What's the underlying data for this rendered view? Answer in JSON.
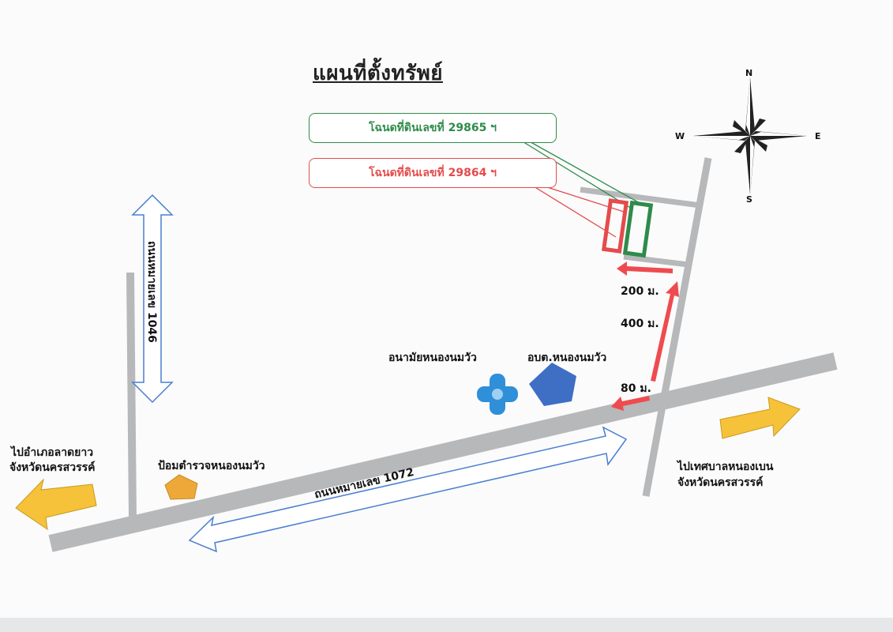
{
  "map": {
    "title": "แผนที่ตั้งทรัพย์",
    "deeds": [
      {
        "label": "โฉนดที่ดินเลขที่ 29865 ฯ",
        "color": "#2e8b4a"
      },
      {
        "label": "โฉนดที่ดินเลขที่ 29864 ฯ",
        "color": "#e54b4b"
      }
    ],
    "compass": {
      "n": "N",
      "s": "S",
      "e": "E",
      "w": "W"
    },
    "distances": [
      "200 ม.",
      "400 ม.",
      "80 ม."
    ],
    "roads": {
      "main": "ถนนหมายเลข 1072",
      "side": "ถนนหมายเลข 1046"
    },
    "places": {
      "health_station": "อนามัยหนองนมวัว",
      "tao": "อบต.หนองนมวัว",
      "police": "ป้อมตำรวจหนองนมวัว"
    },
    "directions": {
      "left_line1": "ไปอำเภอลาดยาว",
      "left_line2": "จังหวัดนครสวรรค์",
      "right_line1": "ไปเทศบาลหนองเบน",
      "right_line2": "จังหวัดนครสวรรค์"
    },
    "colors": {
      "road": "#b6b8ba",
      "route": "#ef4b4f",
      "arrow": "#f5c23a",
      "outline_arrow": "#4a7fd0",
      "health": "#2f8fd8",
      "tao": "#3f6fc4",
      "police": "#eea83a"
    }
  }
}
